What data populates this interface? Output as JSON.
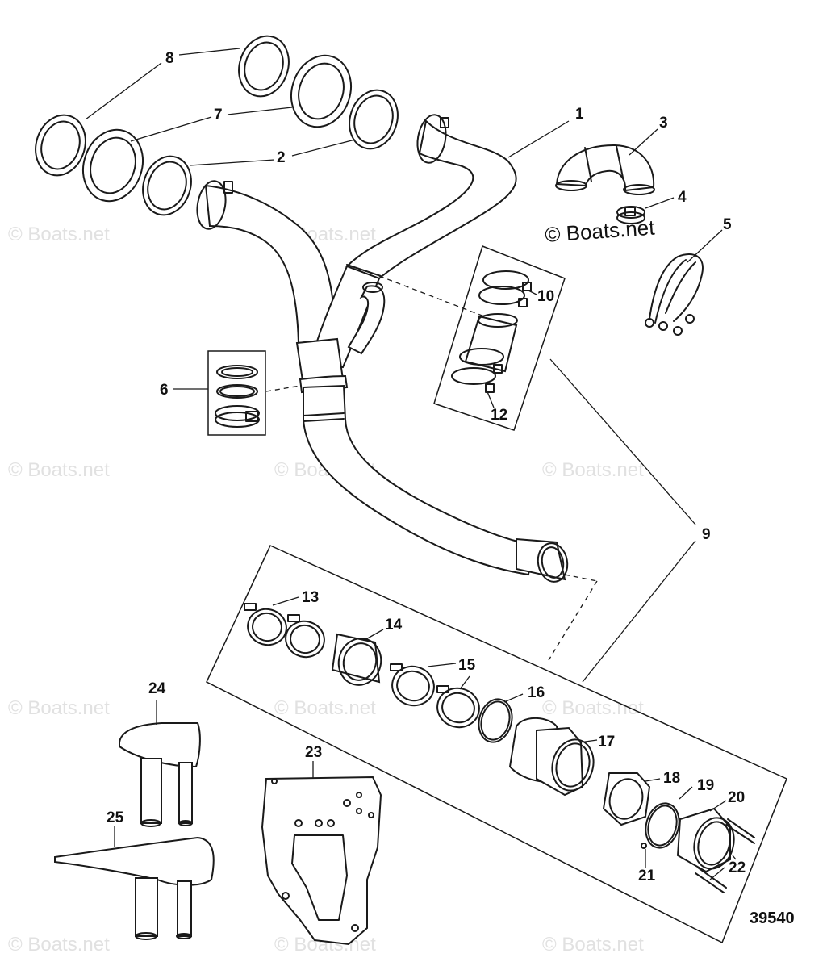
{
  "watermark_text": "© Boats.net",
  "figure_number": "39540",
  "callouts": {
    "c1": "1",
    "c2": "2",
    "c3": "3",
    "c4": "4",
    "c5": "5",
    "c6": "6",
    "c7": "7",
    "c8": "8",
    "c9": "9",
    "c10": "10",
    "c12": "12",
    "c13": "13",
    "c14": "14",
    "c15": "15",
    "c16": "16",
    "c17": "17",
    "c18": "18",
    "c19": "19",
    "c20": "20",
    "c21": "21",
    "c22": "22",
    "c23": "23",
    "c24": "24",
    "c25": "25"
  }
}
